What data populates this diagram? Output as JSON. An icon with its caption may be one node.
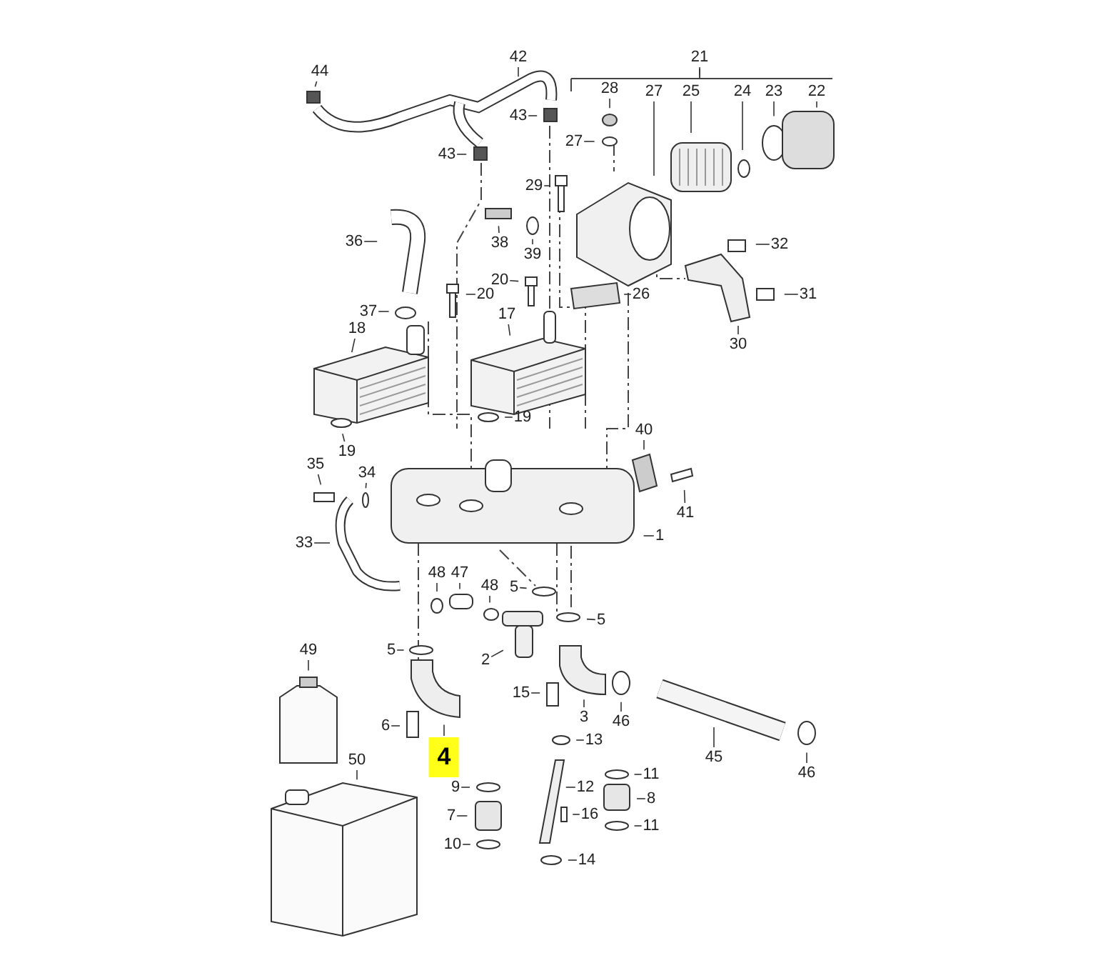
{
  "diagram": {
    "nodes": [
      {
        "text": [
          "44"
        ]
      },
      {
        "text": [
          "42"
        ]
      },
      {
        "text": [
          "21"
        ]
      },
      {
        "text": [
          "43"
        ]
      },
      {
        "text": [
          "28"
        ]
      },
      {
        "text": [
          "27"
        ]
      },
      {
        "text": [
          "25"
        ]
      },
      {
        "text": [
          "24"
        ]
      },
      {
        "text": [
          "23"
        ]
      },
      {
        "text": [
          "22"
        ]
      },
      {
        "text": [
          "27"
        ]
      },
      {
        "text": [
          "43"
        ]
      },
      {
        "text": [
          "29"
        ]
      },
      {
        "text": [
          "38"
        ]
      },
      {
        "text": [
          "39"
        ]
      },
      {
        "text": [
          "36"
        ]
      },
      {
        "text": [
          "32"
        ]
      },
      {
        "text": [
          "20"
        ]
      },
      {
        "text": [
          "20"
        ]
      },
      {
        "text": [
          "26"
        ]
      },
      {
        "text": [
          "31"
        ]
      },
      {
        "text": [
          "37"
        ]
      },
      {
        "text": [
          "17"
        ]
      },
      {
        "text": [
          "18"
        ]
      },
      {
        "text": [
          "30"
        ]
      },
      {
        "text": [
          "19"
        ]
      },
      {
        "text": [
          "19"
        ]
      },
      {
        "text": [
          "40"
        ]
      },
      {
        "text": [
          "35"
        ]
      },
      {
        "text": [
          "34"
        ]
      },
      {
        "text": [
          "41"
        ]
      },
      {
        "text": [
          "33"
        ]
      },
      {
        "text": [
          "1"
        ]
      },
      {
        "text": [
          "48"
        ]
      },
      {
        "text": [
          "47"
        ]
      },
      {
        "text": [
          "48"
        ]
      },
      {
        "text": [
          "5"
        ]
      },
      {
        "text": [
          "5"
        ]
      },
      {
        "text": [
          "2"
        ]
      },
      {
        "text": [
          "5"
        ]
      },
      {
        "text": [
          "49"
        ]
      },
      {
        "text": [
          "15"
        ]
      },
      {
        "text": [
          "3"
        ]
      },
      {
        "text": [
          "46"
        ]
      },
      {
        "text": [
          "6"
        ]
      },
      {
        "text": [
          "4"
        ]
      },
      {
        "text": [
          "13"
        ]
      },
      {
        "text": [
          "45"
        ]
      },
      {
        "text": [
          "46"
        ]
      },
      {
        "text": [
          "50"
        ]
      },
      {
        "text": [
          "9"
        ]
      },
      {
        "text": [
          "12"
        ]
      },
      {
        "text": [
          "11"
        ]
      },
      {
        "text": [
          "8"
        ]
      },
      {
        "text": [
          "7"
        ]
      },
      {
        "text": [
          "16"
        ]
      },
      {
        "text": [
          "11"
        ]
      },
      {
        "text": [
          "10"
        ]
      },
      {
        "text": [
          "14"
        ]
      }
    ],
    "edges": [
      {
        "from": 0,
        "to": null,
        "arrow": "none"
      },
      {
        "from": 1,
        "to": null,
        "arrow": "none"
      },
      {
        "from": 2,
        "to": null,
        "arrow": "none"
      },
      {
        "from": 3,
        "to": null,
        "arrow": "none"
      },
      {
        "from": 4,
        "to": null,
        "arrow": "none"
      },
      {
        "from": 5,
        "to": null,
        "arrow": "none"
      },
      {
        "from": 6,
        "to": null,
        "arrow": "none"
      },
      {
        "from": 7,
        "to": null,
        "arrow": "none"
      },
      {
        "from": 8,
        "to": null,
        "arrow": "none"
      },
      {
        "from": 9,
        "to": null,
        "arrow": "none"
      },
      {
        "from": 10,
        "to": null,
        "arrow": "none"
      },
      {
        "from": 11,
        "to": null,
        "arrow": "none"
      },
      {
        "from": 12,
        "to": null,
        "arrow": "none"
      },
      {
        "from": 13,
        "to": null,
        "arrow": "none"
      },
      {
        "from": 14,
        "to": null,
        "arrow": "none"
      },
      {
        "from": 15,
        "to": null,
        "arrow": "none"
      },
      {
        "from": 16,
        "to": null,
        "arrow": "none"
      },
      {
        "from": 17,
        "to": null,
        "arrow": "none"
      },
      {
        "from": 18,
        "to": null,
        "arrow": "none"
      },
      {
        "from": 19,
        "to": null,
        "arrow": "none"
      },
      {
        "from": 20,
        "to": null,
        "arrow": "none"
      },
      {
        "from": 21,
        "to": null,
        "arrow": "none"
      },
      {
        "from": 22,
        "to": null,
        "arrow": "none"
      },
      {
        "from": 23,
        "to": null,
        "arrow": "none"
      },
      {
        "from": 24,
        "to": null,
        "arrow": "none"
      },
      {
        "from": 25,
        "to": null,
        "arrow": "none"
      },
      {
        "from": 26,
        "to": null,
        "arrow": "none"
      },
      {
        "from": 27,
        "to": null,
        "arrow": "none"
      },
      {
        "from": 28,
        "to": null,
        "arrow": "none"
      },
      {
        "from": 29,
        "to": null,
        "arrow": "none"
      },
      {
        "from": 30,
        "to": null,
        "arrow": "none"
      },
      {
        "from": 31,
        "to": null,
        "arrow": "none"
      },
      {
        "from": 32,
        "to": null,
        "arrow": "none"
      },
      {
        "from": 33,
        "to": null,
        "arrow": "none"
      },
      {
        "from": 34,
        "to": null,
        "arrow": "none"
      },
      {
        "from": 35,
        "to": null,
        "arrow": "none"
      },
      {
        "from": 36,
        "to": null,
        "arrow": "none"
      },
      {
        "from": 37,
        "to": null,
        "arrow": "none"
      },
      {
        "from": 38,
        "to": null,
        "arrow": "none"
      },
      {
        "from": 39,
        "to": null,
        "arrow": "none"
      },
      {
        "from": 40,
        "to": null,
        "arrow": "none"
      },
      {
        "from": 41,
        "to": null,
        "arrow": "none"
      },
      {
        "from": 42,
        "to": null,
        "arrow": "none"
      },
      {
        "from": 43,
        "to": null,
        "arrow": "none"
      },
      {
        "from": 44,
        "to": null,
        "arrow": "none"
      },
      {
        "from": 45,
        "to": null,
        "arrow": "none"
      },
      {
        "from": 46,
        "to": null,
        "arrow": "none"
      },
      {
        "from": 47,
        "to": null,
        "arrow": "none"
      },
      {
        "from": 48,
        "to": null,
        "arrow": "none"
      },
      {
        "from": 49,
        "to": null,
        "arrow": "none"
      },
      {
        "from": 50,
        "to": null,
        "arrow": "none"
      },
      {
        "from": 51,
        "to": null,
        "arrow": "none"
      },
      {
        "from": 52,
        "to": null,
        "arrow": "none"
      },
      {
        "from": 53,
        "to": null,
        "arrow": "none"
      },
      {
        "from": 54,
        "to": null,
        "arrow": "none"
      },
      {
        "from": 55,
        "to": null,
        "arrow": "none"
      },
      {
        "from": 56,
        "to": null,
        "arrow": "none"
      },
      {
        "from": 57,
        "to": null,
        "arrow": "none"
      },
      {
        "from": 58,
        "to": null,
        "arrow": "none"
      }
    ]
  }
}
